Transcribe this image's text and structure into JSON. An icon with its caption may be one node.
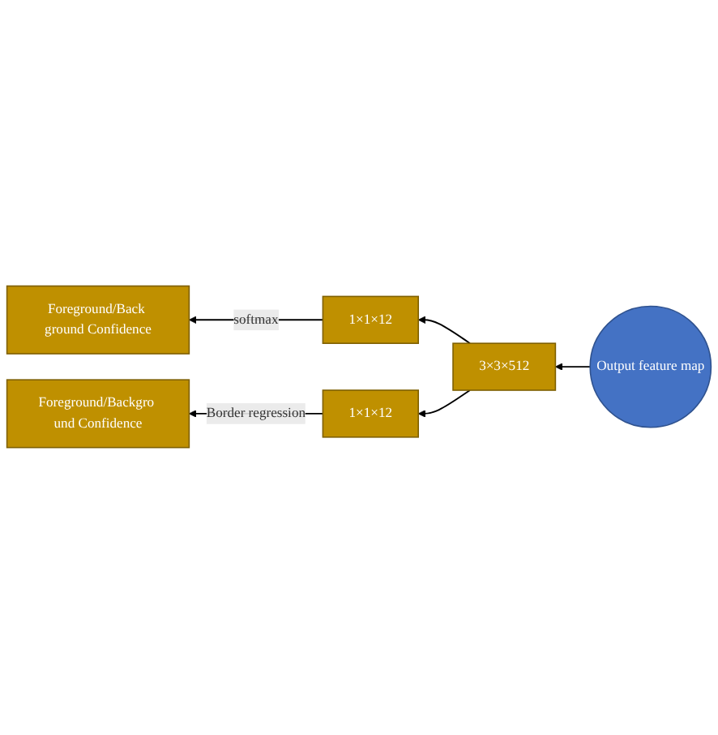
{
  "diagram": {
    "nodes": [
      {
        "text": [
          "Foreground/Back ground Confidence"
        ]
      },
      {
        "text": [
          "1×1×12"
        ]
      },
      {
        "text": [
          "Output feature map"
        ]
      },
      {
        "text": [
          "3×3×512"
        ]
      },
      {
        "text": [
          "1×1×12"
        ]
      },
      {
        "text": [
          "Foreground/Backgro und Confidence"
        ]
      }
    ],
    "edges": [
      {
        "from": 1,
        "to": 0,
        "arrow": "to",
        "label": "softmax"
      },
      {
        "from": 2,
        "to": 3,
        "arrow": "to"
      },
      {
        "from": 3,
        "to": 1,
        "arrow": "to"
      },
      {
        "from": 3,
        "to": 4,
        "arrow": "to"
      },
      {
        "from": 4,
        "to": 5,
        "arrow": "to",
        "label": "Border regression"
      }
    ]
  }
}
